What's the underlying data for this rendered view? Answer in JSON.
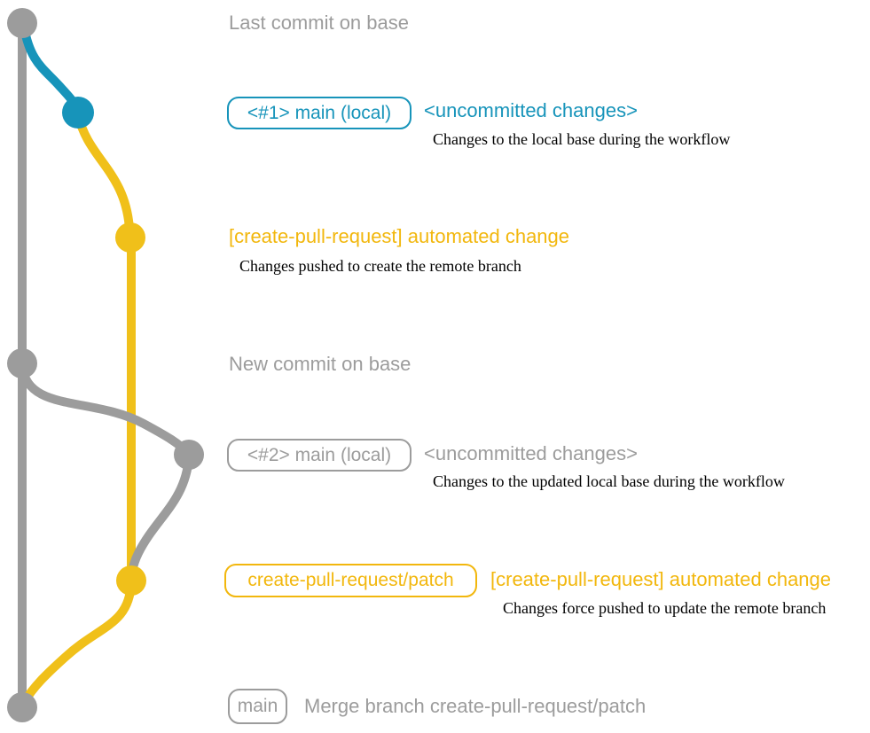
{
  "colors": {
    "gray": "#9C9C9C",
    "blue": "#1794BA",
    "yellow": "#F0C01A",
    "yellow_text": "#F2B70D",
    "ink": "#000000",
    "background": "#FFFFFF"
  },
  "rows": {
    "last_commit": {
      "label": "Last commit on base"
    },
    "pr1": {
      "badge": "<#1> main (local)",
      "heading": "<uncommitted changes>",
      "description": "Changes to the local base during the workflow"
    },
    "push1": {
      "heading": "[create-pull-request] automated change",
      "description": "Changes pushed to create the remote branch"
    },
    "new_commit": {
      "label": "New commit on base"
    },
    "pr2": {
      "badge": "<#2> main (local)",
      "heading": "<uncommitted changes>",
      "description": "Changes to the updated local base during the workflow"
    },
    "push2": {
      "badge": "create-pull-request/patch",
      "heading": "[create-pull-request] automated change",
      "description": "Changes force pushed to update the remote branch"
    },
    "merge": {
      "badge": "main",
      "label": "Merge branch create-pull-request/patch"
    }
  },
  "graph": {
    "branch_colors": {
      "base": "gray",
      "local_main_1": "blue",
      "create_pull_request_patch": "yellow",
      "local_main_2": "gray"
    },
    "commit_count": 7
  }
}
